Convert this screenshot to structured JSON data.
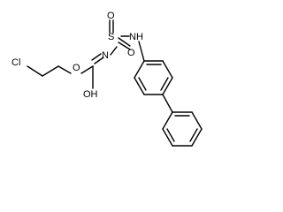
{
  "atoms": {
    "chlorine": "Cl",
    "ester_oxygen": "O",
    "imine_nitrogen": "N",
    "sulfur": "S",
    "sulfonyl_oxygen_1": "O",
    "sulfonyl_oxygen_2": "O",
    "amine": "NH",
    "hydroxyl": "OH"
  }
}
